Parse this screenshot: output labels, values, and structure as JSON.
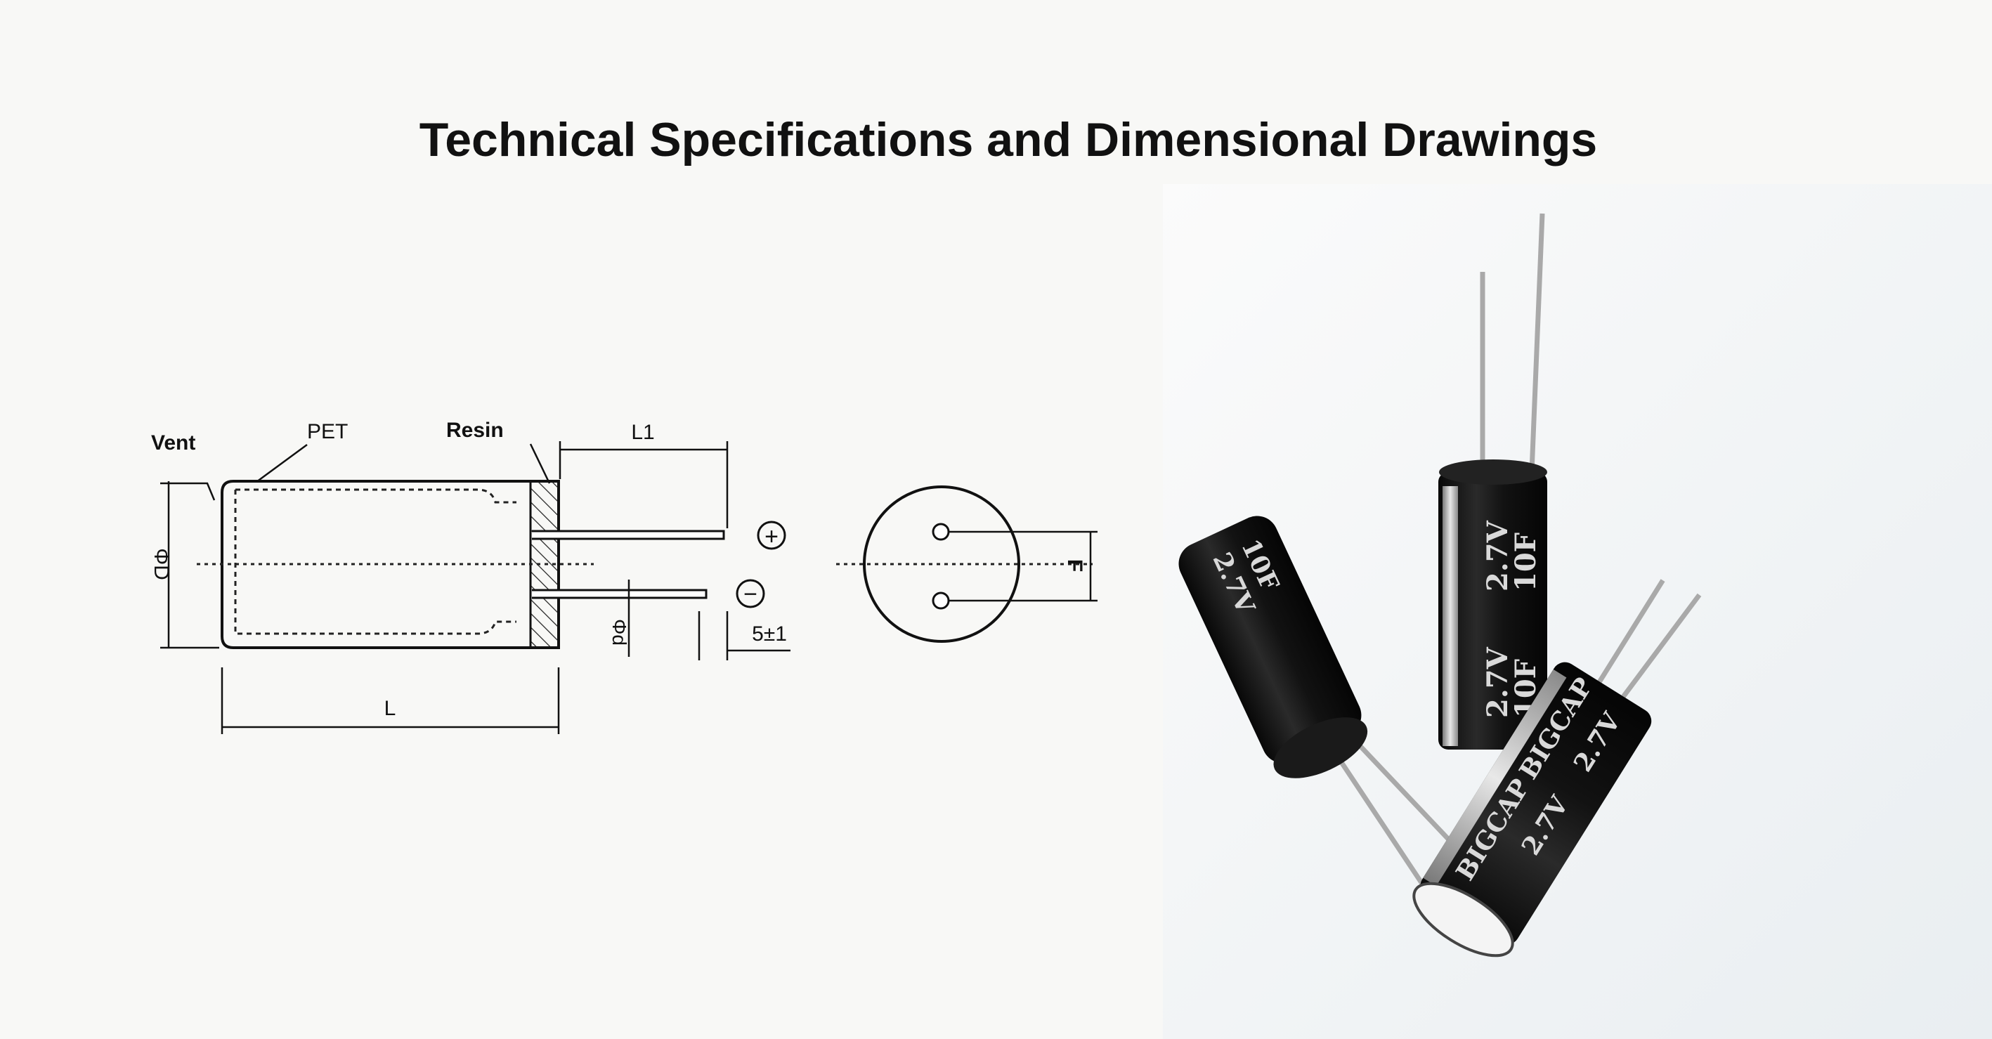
{
  "title": "Technical Specifications and Dimensional Drawings",
  "diagram": {
    "labels": {
      "vent": "Vent",
      "pet": "PET",
      "resin": "Resin",
      "l1": "L1",
      "phi_d_body": "ΦD",
      "phi_d_lead": "Φd",
      "lead_spacing_tol": "5±1",
      "length": "L",
      "pitch": "F"
    },
    "polarity": {
      "positive": "+",
      "negative": "−"
    }
  },
  "photo": {
    "capacitor_markings": {
      "voltage": "2.7V",
      "capacitance": "10F",
      "brand": "BIGCAP"
    },
    "colors": {
      "sleeve": "#161616",
      "print": "#d9d9d9",
      "lead": "#a9a9a9",
      "background": "#eef1f3"
    }
  }
}
